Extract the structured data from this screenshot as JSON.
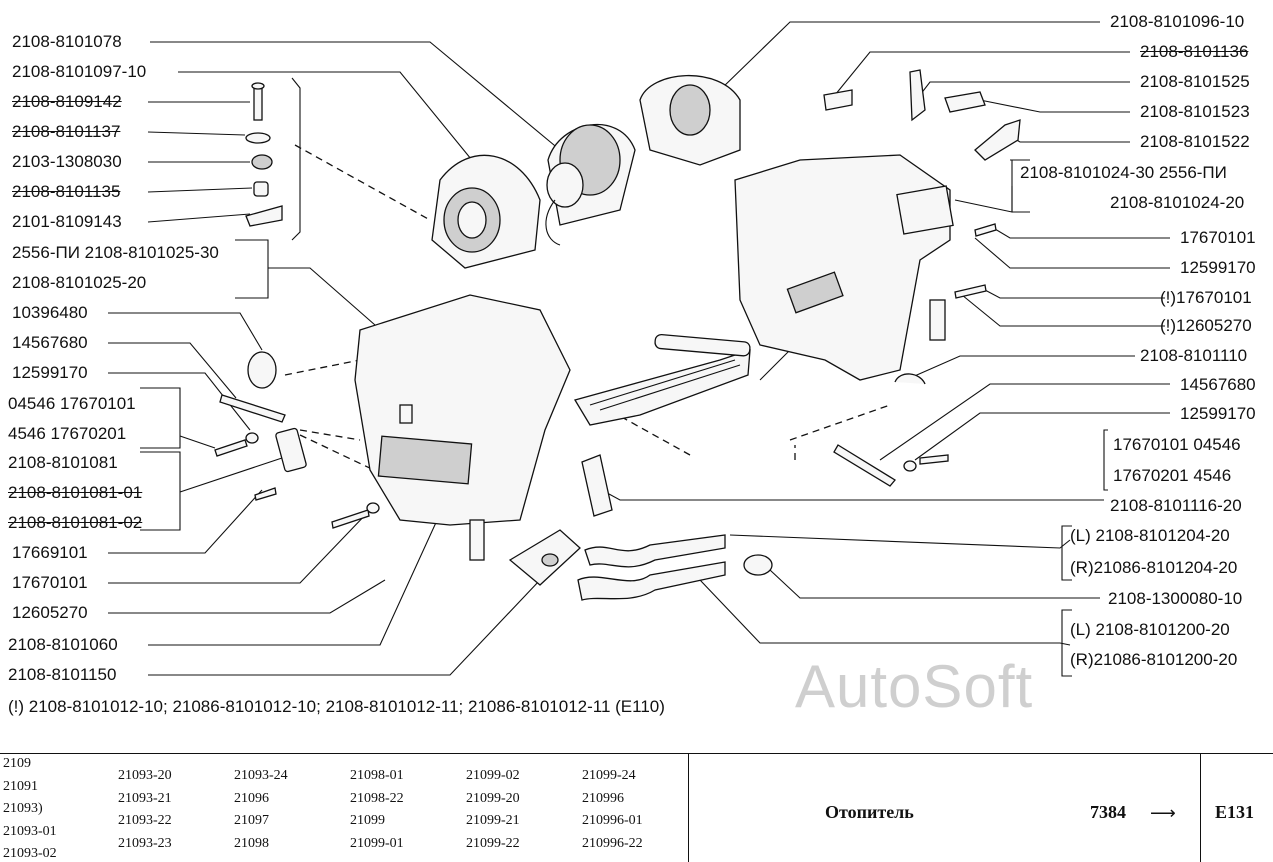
{
  "left_labels": [
    "2108-8101078",
    "2108-8101097-10",
    "2108-8109142",
    "2108-8101137",
    "2103-1308030",
    "2108-8101135",
    "2101-8109143",
    "2556-ПИ 2108-8101025-30",
    "2108-8101025-20",
    "10396480",
    "14567680",
    "12599170",
    "04546 17670101",
    "4546 17670201",
    "2108-8101081",
    "2108-8101081-01",
    "2108-8101081-02",
    "17669101",
    "17670101",
    "12605270",
    "2108-8101060",
    "2108-8101150"
  ],
  "right_labels": [
    "2108-8101096-10",
    "2108-8101136",
    "2108-8101525",
    "2108-8101523",
    "2108-8101522",
    "2108-8101024-30 2556-ПИ",
    "2108-8101024-20",
    "17670101",
    "12599170",
    "(!)17670101",
    "(!)12605270",
    "2108-8101110",
    "14567680",
    "12599170",
    "17670101 04546",
    "17670201 4546",
    "2108-8101116-20",
    "(L) 2108-8101204-20",
    "(R)21086-8101204-20",
    "2108-1300080-10",
    "(L) 2108-8101200-20",
    "(R)21086-8101200-20"
  ],
  "note": "(!) 2108-8101012-10; 21086-8101012-10; 2108-8101012-11; 21086-8101012-11 (E110)",
  "watermark": "AutoSoft",
  "footer": {
    "models_col1": [
      "2109",
      "21091",
      "21093)",
      "21093-01",
      "21093-02"
    ],
    "models_col2": [
      "21093-20",
      "21093-21",
      "21093-22",
      "21093-23"
    ],
    "models_col3": [
      "21093-24",
      "21096",
      "21097",
      "21098"
    ],
    "models_col4": [
      "21098-01",
      "21098-22",
      "21099",
      "21099-01"
    ],
    "models_col5": [
      "21099-02",
      "21099-20",
      "21099-21",
      "21099-22"
    ],
    "models_col6": [
      "21099-24",
      "210996",
      "210996-01",
      "210996-22"
    ],
    "title": "Отопитель",
    "page": "7384",
    "arrow": "⟶",
    "section": "E131"
  }
}
